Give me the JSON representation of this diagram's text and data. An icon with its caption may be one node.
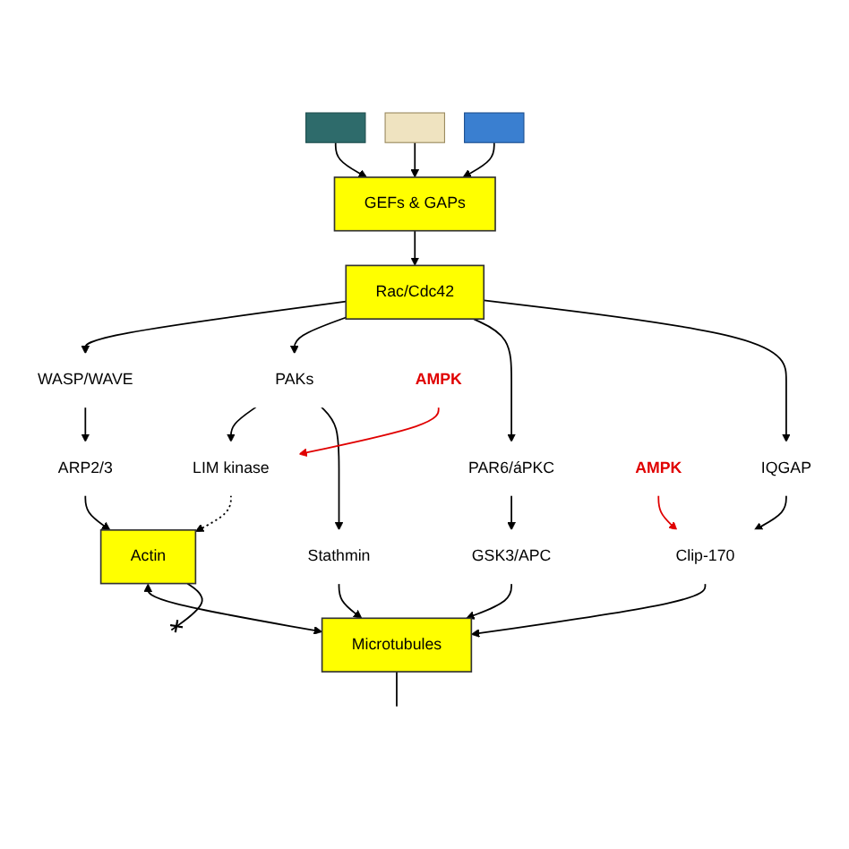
{
  "diagram": {
    "nodes": [
      {
        "text": [],
        "shape": "box"
      },
      {
        "text": [],
        "shape": "box"
      },
      {
        "text": [],
        "shape": "box"
      },
      {
        "text": [
          "GEFs & GAPs"
        ]
      },
      {
        "text": [
          "Rac/Cdc42"
        ]
      },
      {
        "text": [
          "WASP/WAVE"
        ]
      },
      {
        "text": [
          "PAKs"
        ]
      },
      {
        "text": [
          "PAR6/áPKC"
        ]
      },
      {
        "text": [
          "IQGAP"
        ]
      },
      {
        "text": [
          "ARP2/3"
        ]
      },
      {
        "text": [
          "LIM kinase"
        ]
      },
      {
        "text": [
          "Stathmin"
        ]
      },
      {
        "text": [
          "GSK3/APC"
        ]
      },
      {
        "text": [
          "Clip-170"
        ]
      },
      {
        "text": [
          "AMPK"
        ]
      },
      {
        "text": [
          "AMPK"
        ]
      },
      {
        "text": [
          "Actin"
        ]
      },
      {
        "text": [
          "Microtubules"
        ]
      }
    ],
    "edges": [
      {
        "from": 0,
        "to": 3,
        "arrow": "to"
      },
      {
        "from": 1,
        "to": 3,
        "arrow": "to"
      },
      {
        "from": 2,
        "to": 3,
        "arrow": "to"
      },
      {
        "from": 3,
        "to": 4,
        "arrow": "to"
      },
      {
        "from": 4,
        "to": 5,
        "arrow": "to"
      },
      {
        "from": 4,
        "to": 6,
        "arrow": "to"
      },
      {
        "from": 4,
        "to": 7,
        "arrow": "to"
      },
      {
        "from": 4,
        "to": 8,
        "arrow": "to"
      },
      {
        "from": 5,
        "to": 9,
        "arrow": "to"
      },
      {
        "from": 6,
        "to": 10,
        "arrow": "to"
      },
      {
        "from": 6,
        "to": 11,
        "arrow": "to"
      },
      {
        "from": 7,
        "to": 12,
        "arrow": "to"
      },
      {
        "from": 8,
        "to": 13,
        "arrow": "to"
      },
      {
        "from": 14,
        "to": 10,
        "arrow": "to",
        "color": "#e00000"
      },
      {
        "from": 15,
        "to": 13,
        "arrow": "to",
        "color": "#e00000"
      },
      {
        "from": 9,
        "to": 16,
        "arrow": "to"
      },
      {
        "from": 10,
        "to": 16,
        "arrow": "to",
        "style": "dashed"
      },
      {
        "from": 11,
        "to": 17,
        "arrow": "to"
      },
      {
        "from": 12,
        "to": 17,
        "arrow": "to"
      },
      {
        "from": 13,
        "to": 17,
        "arrow": "to"
      },
      {
        "from": 16,
        "to": 17,
        "arrow": "both"
      },
      {
        "from": 16,
        "to": null,
        "arrow": "other"
      },
      {
        "from": 17,
        "to": null,
        "arrow": "none"
      }
    ]
  }
}
